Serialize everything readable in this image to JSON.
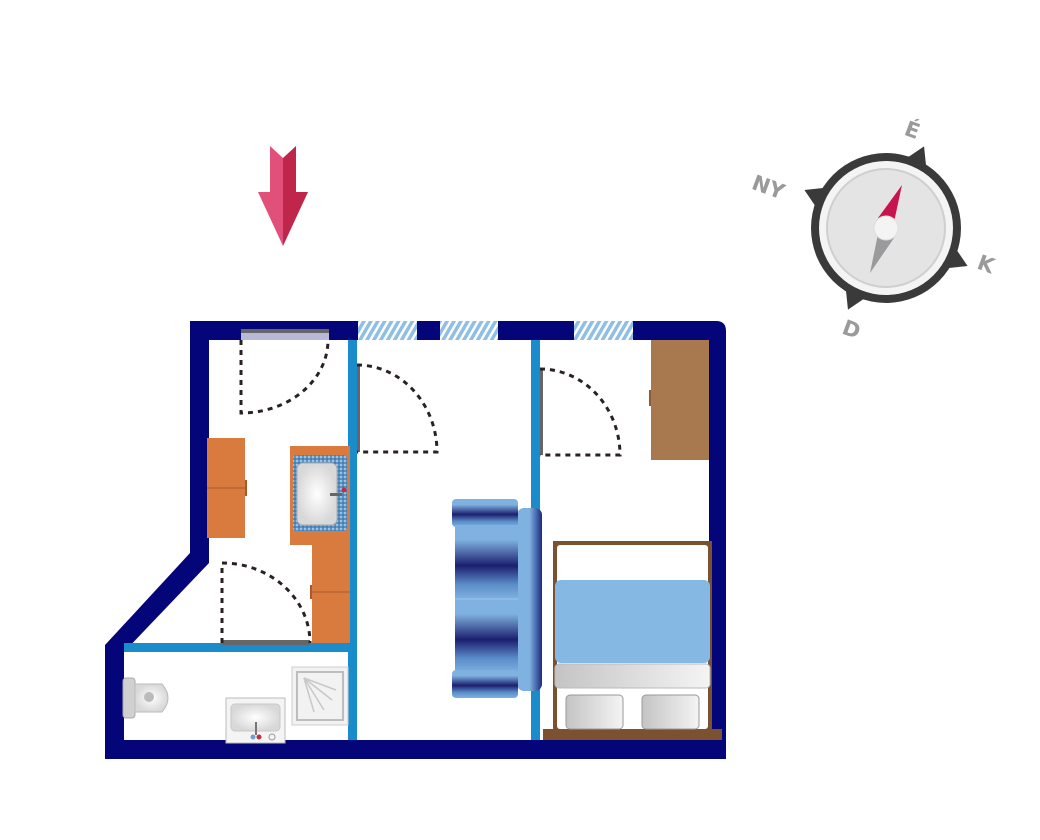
{
  "compass": {
    "north": "É",
    "west": "NY",
    "east": "K",
    "south": "D"
  },
  "colors": {
    "wall": "#05057a",
    "inner_wall": "#1a8ccc",
    "window": "#8fbfe6",
    "cabinet": "#d97a3f",
    "wardrobe": "#a8784e",
    "bed_frame": "#7a5230",
    "blanket": "#85b8e2",
    "entrance_arrow": "#d8426a",
    "compass_needle": "#c8144e"
  }
}
